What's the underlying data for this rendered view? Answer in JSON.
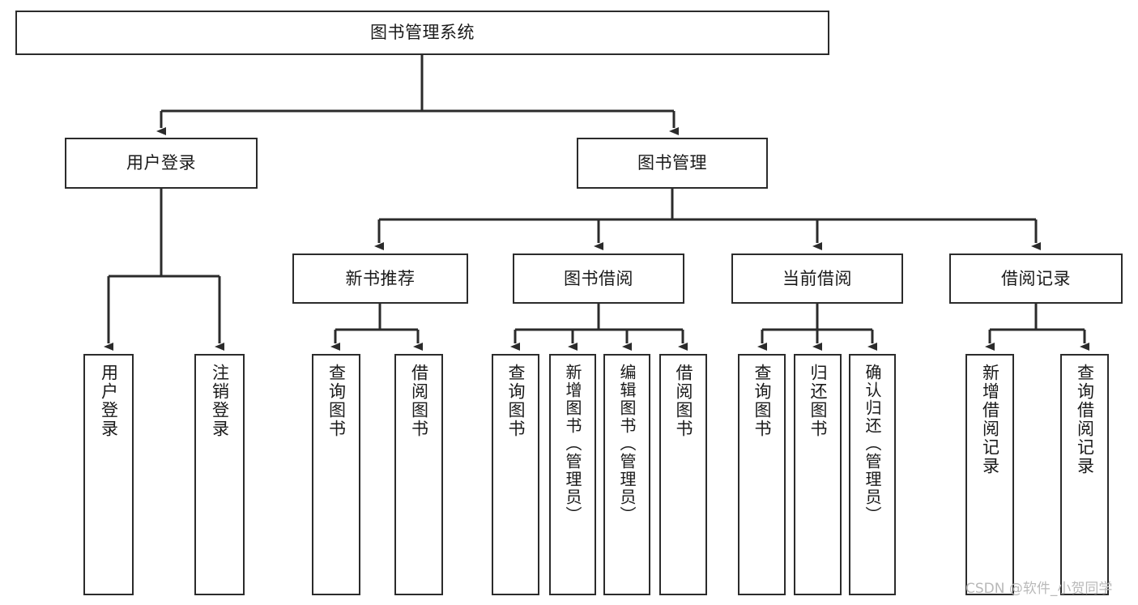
{
  "diagram": {
    "title": "图书管理系统",
    "type": "tree-hierarchy",
    "orientation": "top-down",
    "line_color": "#2b2b2b",
    "box_fill": "#ffffff",
    "text_color": "#1a1a1a",
    "nodes": {
      "root": {
        "label": "图书管理系统"
      },
      "level2": [
        {
          "id": "user-login",
          "label": "用户登录"
        },
        {
          "id": "book-manage",
          "label": "图书管理"
        }
      ],
      "level3": [
        {
          "id": "new-book-rec",
          "label": "新书推荐"
        },
        {
          "id": "book-borrow",
          "label": "图书借阅"
        },
        {
          "id": "current-borrow",
          "label": "当前借阅"
        },
        {
          "id": "borrow-record",
          "label": "借阅记录"
        }
      ],
      "leaves": {
        "user-login": [
          {
            "id": "leaf-user-login",
            "label": "用户登录"
          },
          {
            "id": "leaf-logout",
            "label": "注销登录"
          }
        ],
        "new-book-rec": [
          {
            "id": "leaf-query-book-1",
            "label": "查询图书"
          },
          {
            "id": "leaf-borrow-book-1",
            "label": "借阅图书"
          }
        ],
        "book-borrow": [
          {
            "id": "leaf-query-book-2",
            "label": "查询图书"
          },
          {
            "id": "leaf-add-book",
            "label": "新增图书（管理员）"
          },
          {
            "id": "leaf-edit-book",
            "label": "编辑图书（管理员）"
          },
          {
            "id": "leaf-borrow-book-2",
            "label": "借阅图书"
          }
        ],
        "current-borrow": [
          {
            "id": "leaf-query-book-3",
            "label": "查询图书"
          },
          {
            "id": "leaf-return-book",
            "label": "归还图书"
          },
          {
            "id": "leaf-confirm-return",
            "label": "确认归还（管理员）"
          }
        ],
        "borrow-record": [
          {
            "id": "leaf-add-record",
            "label": "新增借阅记录"
          },
          {
            "id": "leaf-query-record",
            "label": "查询借阅记录"
          }
        ]
      }
    }
  },
  "watermark": {
    "text": "CSDN @软件_小贺同学",
    "color": "#b9b9b9"
  }
}
